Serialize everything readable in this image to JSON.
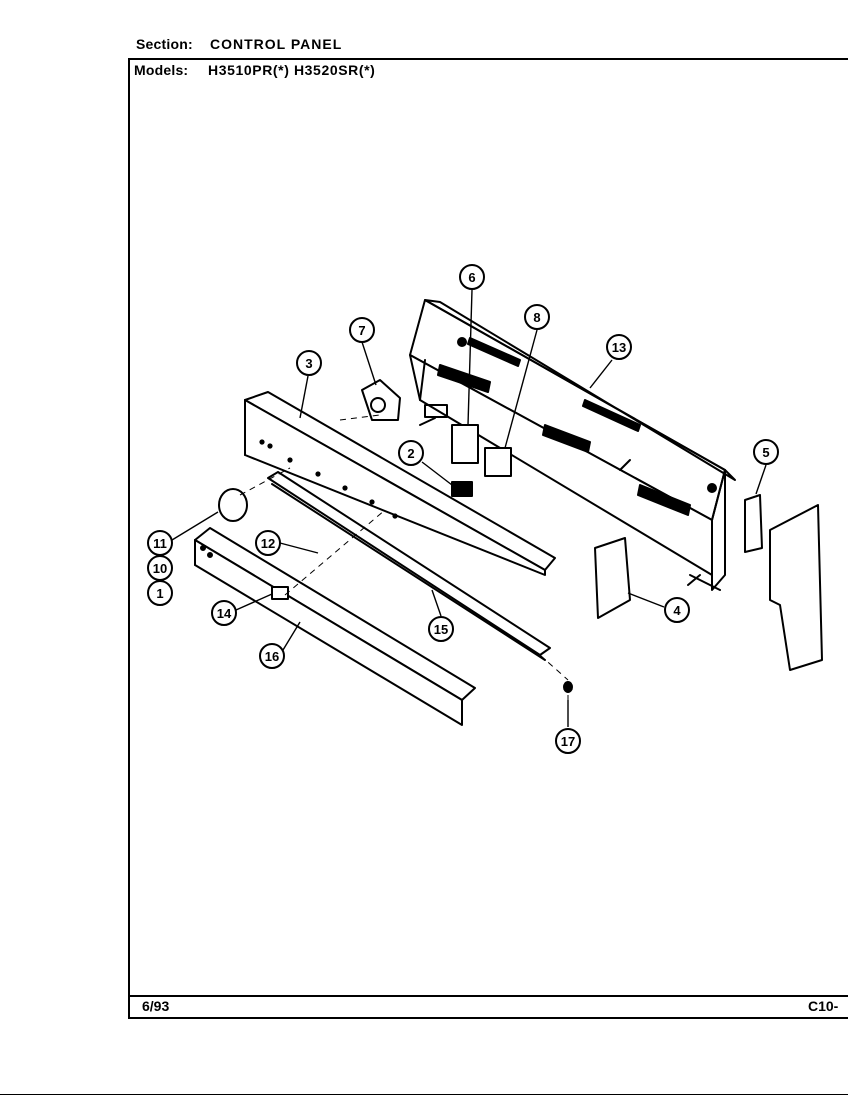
{
  "header": {
    "section_label": "Section:",
    "section_value": "CONTROL PANEL",
    "models_label": "Models:",
    "models_value": "H3510PR(*)   H3520SR(*)"
  },
  "footer": {
    "date": "6/93",
    "page_code": "C10-"
  },
  "callouts": [
    "6",
    "7",
    "8",
    "13",
    "3",
    "2",
    "5",
    "11",
    "10",
    "1",
    "12",
    "14",
    "15",
    "4",
    "16",
    "17"
  ]
}
